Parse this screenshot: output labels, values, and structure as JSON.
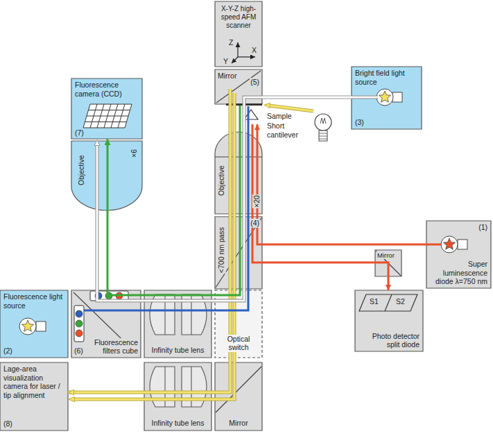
{
  "diagram": {
    "nodes": [
      {
        "text": [
          "X-Y-Z high-speed AFM scanner"
        ]
      },
      {
        "text": [
          "Mirror",
          "(5)"
        ]
      },
      {
        "text": [
          "Bright field light source",
          "(3)"
        ]
      },
      {
        "text": [
          "Fluorescence camera (CCD)",
          "(7)"
        ]
      },
      {
        "text": [
          "Objective",
          "×6"
        ]
      },
      {
        "text": [
          "Objective",
          "×20"
        ]
      },
      {
        "text": [
          "<700 nm pass",
          "(4)"
        ]
      },
      {
        "text": [
          "(1)",
          "Super luminescence diode λ=750 nm"
        ]
      },
      {
        "text": [
          "Mirror"
        ]
      },
      {
        "text": [
          "S1",
          "S2",
          "Photo detector split diode"
        ]
      },
      {
        "text": [
          "Fluorescence light source",
          "(2)"
        ]
      },
      {
        "text": [
          "(6)",
          "Fluorescence filters cube"
        ]
      },
      {
        "text": [
          "Infinity tube lens"
        ]
      },
      {
        "text": [
          "Optical switch"
        ]
      },
      {
        "text": [
          "Lage-area visualization camera for laser / tip alignment",
          "(8)"
        ]
      },
      {
        "text": [
          "Infinity tube lens"
        ]
      },
      {
        "text": [
          "Mirror"
        ]
      }
    ],
    "edges": [
      {
        "from": 2,
        "to": 1,
        "arrow": "none"
      },
      {
        "from": 11,
        "to": 3,
        "arrow": "to"
      },
      {
        "from": 7,
        "to": 6,
        "arrow": "none"
      },
      {
        "from": 6,
        "to": 8,
        "arrow": "none"
      },
      {
        "from": 8,
        "to": 9,
        "arrow": "to"
      },
      {
        "from": 11,
        "to": 12,
        "arrow": "none"
      },
      {
        "from": 12,
        "to": 13,
        "arrow": "none"
      },
      {
        "from": 16,
        "to": 15,
        "arrow": "none"
      },
      {
        "from": 15,
        "to": 14,
        "arrow": "to"
      }
    ],
    "labels": [
      "Z",
      "Y",
      "X",
      "Sample",
      "Short cantilever"
    ]
  }
}
